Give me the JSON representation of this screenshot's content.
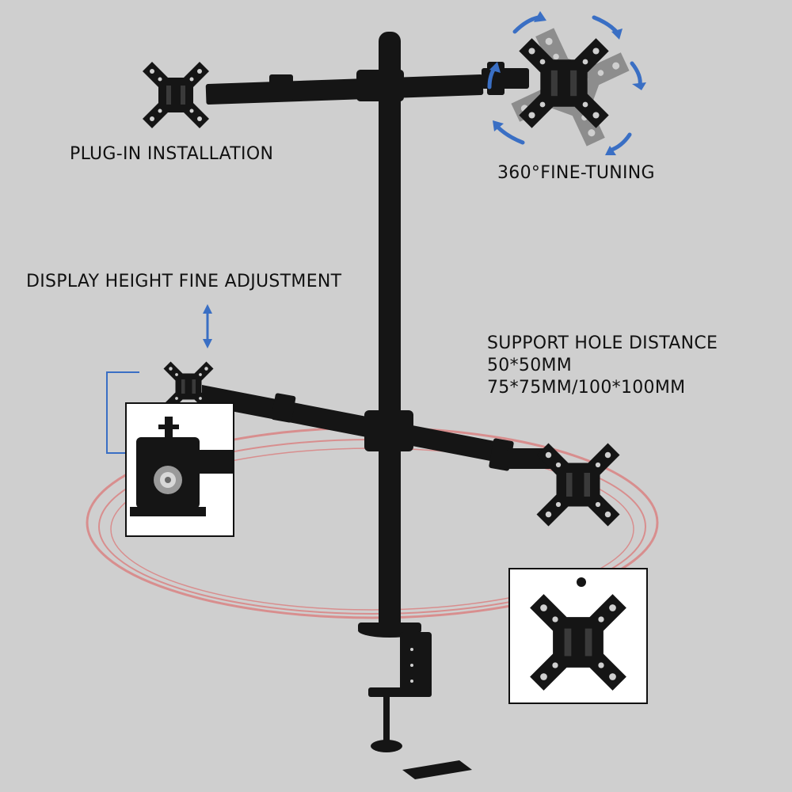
{
  "labels": {
    "plug_in": "PLUG-IN INSTALLATION",
    "fine_tuning": "360°FINE-TUNING",
    "height_adjust": "DISPLAY HEIGHT FINE ADJUSTMENT",
    "support_title": "SUPPORT HOLE DISTANCE",
    "support_size_1": "50*50MM",
    "support_size_2": "75*75MM/100*100MM"
  },
  "colors": {
    "background": "#cfcfcf",
    "metal": "#151515",
    "rotation_arrows": "#3a6fc4",
    "rotation_rings": "#e05a5a",
    "callout_line": "#3a6fc4"
  }
}
